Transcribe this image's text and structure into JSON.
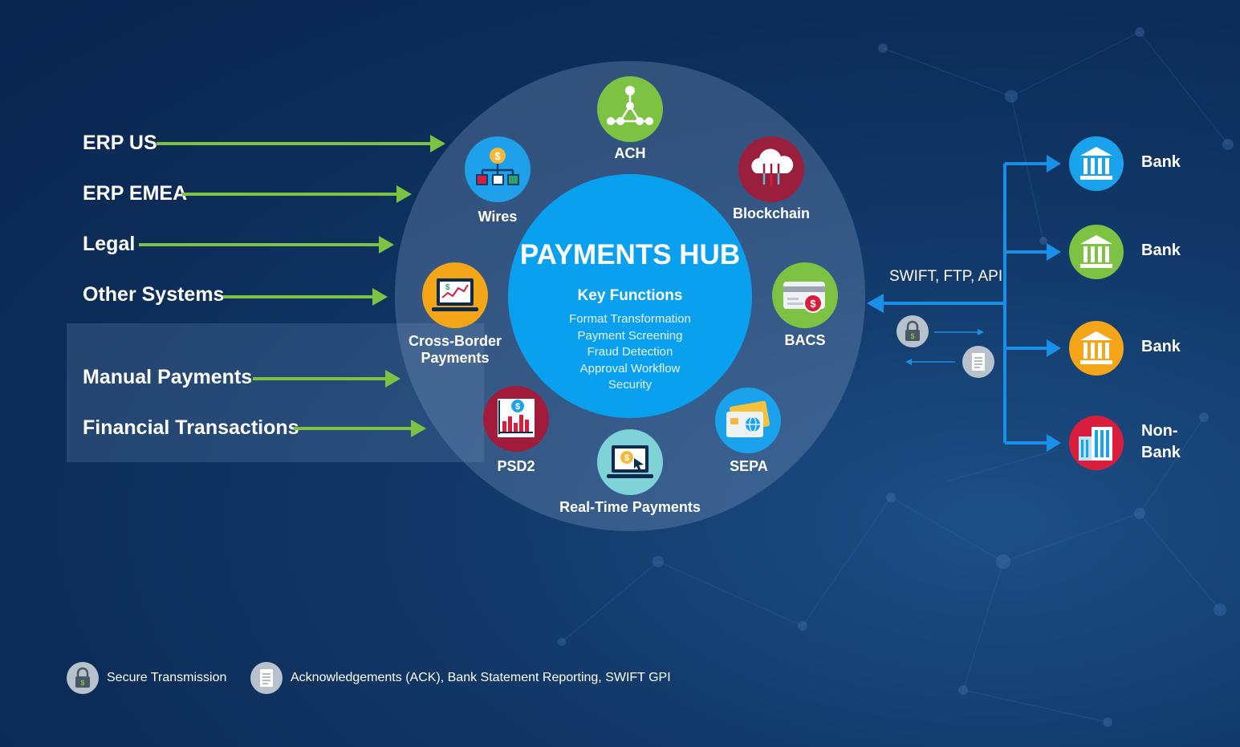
{
  "sources": [
    {
      "label": "ERP US"
    },
    {
      "label": "ERP EMEA"
    },
    {
      "label": "Legal"
    },
    {
      "label": "Other Systems"
    },
    {
      "label": "Manual Payments"
    },
    {
      "label": "Financial Transactions"
    }
  ],
  "hub": {
    "title": "PAYMENTS HUB",
    "subtitle": "Key Functions",
    "functions": [
      "Format Transformation",
      "Payment Screening",
      "Fraud Detection",
      "Approval Workflow",
      "Security"
    ]
  },
  "nodes": {
    "ach": "ACH",
    "wires": "Wires",
    "blockchain": "Blockchain",
    "cross_border_line1": "Cross-Border",
    "cross_border_line2": "Payments",
    "bacs": "BACS",
    "psd2": "PSD2",
    "sepa": "SEPA",
    "real_time": "Real-Time Payments"
  },
  "connection_label": "SWIFT, FTP,  API",
  "destinations": [
    {
      "line1": "Bank",
      "line2": ""
    },
    {
      "line1": "Bank",
      "line2": ""
    },
    {
      "line1": "Bank",
      "line2": ""
    },
    {
      "line1": "Non-",
      "line2": "Bank"
    }
  ],
  "legend": {
    "secure": "Secure Transmission",
    "ack": "Acknowledgements (ACK), Bank Statement Reporting, SWIFT GPI"
  },
  "colors": {
    "background": "#0c2c58",
    "arrow_green": "#7dc242",
    "arrow_blue": "#1a8fe8",
    "hub_blue": "#0aa0f0",
    "ach": "#7dc242",
    "wires": "#1ea0ea",
    "blockchain": "#9a1f3c",
    "cross_border": "#f5a518",
    "bacs": "#7dc242",
    "psd2": "#a01c3a",
    "sepa": "#1aa3ec",
    "real_time": "#7fd3d8",
    "bank1": "#1aa3ec",
    "bank2": "#7dc242",
    "bank3": "#f5a518",
    "non_bank": "#d81e3c"
  },
  "icons": [
    "network-icon",
    "org-chart-icon",
    "cloud-icon",
    "laptop-chart-icon",
    "card-icon",
    "bar-chart-icon",
    "card-globe-icon",
    "laptop-dollar-icon",
    "bank-icon",
    "building-icon",
    "lock-icon",
    "document-icon"
  ]
}
